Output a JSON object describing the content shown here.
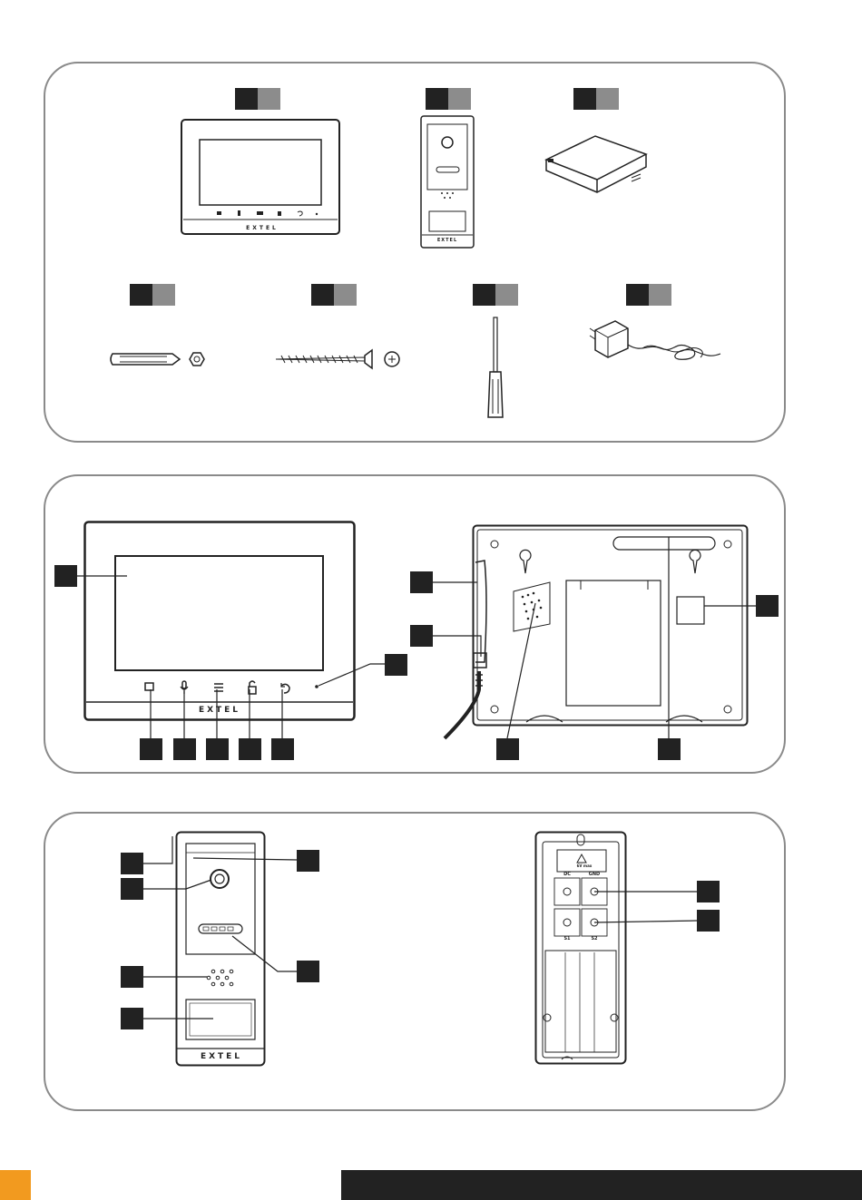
{
  "brand": {
    "name": "EXTEL"
  },
  "door_panel_back": {
    "terminal_labels": [
      "DC",
      "GND",
      "S1",
      "S2"
    ],
    "warning_text": "6V max"
  },
  "colors": {
    "dark": "#222222",
    "gray": "#8c8c8c",
    "panel_border": "#8a8a8a",
    "accent_orange": "#f29a1f"
  },
  "icons": [
    "monitor-icon",
    "door-panel-icon",
    "battery-icon",
    "wall-plug-icon",
    "screw-icon",
    "screwdriver-icon",
    "power-adapter-icon"
  ]
}
